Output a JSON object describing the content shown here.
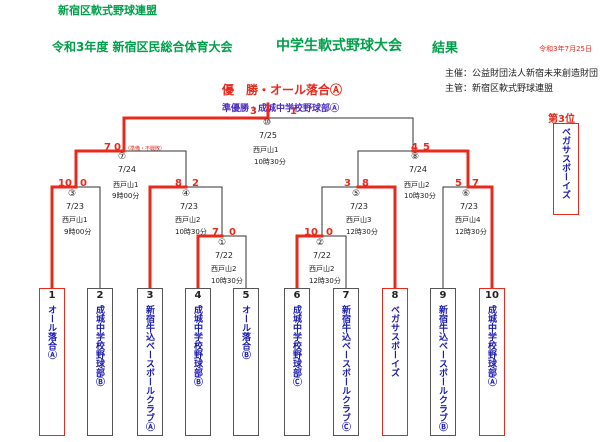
{
  "header": {
    "organization": "新宿区軟式野球連盟",
    "tournament": "令和3年度 新宿区民総合体育大会",
    "event": "中学生軟式野球大会",
    "result": "結果",
    "date": "令和3年7月25日",
    "host": "主催：公益財団法人新宿未来創造財団",
    "manager": "主管：新宿区軟式野球連盟"
  },
  "awards": {
    "champion": "優　勝・オール落合Ⓐ",
    "runner_up": "準優勝・成城中学校野球部Ⓐ",
    "third_label": "第3位",
    "third_team": "ベガサスボーイズ"
  },
  "teams": [
    {
      "no": "1",
      "name": "オール落合Ⓐ"
    },
    {
      "no": "2",
      "name": "成城中学校野球部Ⓑ"
    },
    {
      "no": "3",
      "name": "新宿牛込ベースボールクラブⒶ"
    },
    {
      "no": "4",
      "name": "成城中学校野球部Ⓑ"
    },
    {
      "no": "5",
      "name": "オール落合Ⓑ"
    },
    {
      "no": "6",
      "name": "成城中学校野球部Ⓒ"
    },
    {
      "no": "7",
      "name": "新宿牛込ベースボールクラブⒸ"
    },
    {
      "no": "8",
      "name": "ベガサスボーイズ"
    },
    {
      "no": "9",
      "name": "新宿牛込ベースボールクラブⒷ"
    },
    {
      "no": "10",
      "name": "成城中学校野球部Ⓐ"
    }
  ],
  "games": {
    "g1": {
      "no": "①",
      "date": "7/22",
      "venue": "西戸山2",
      "time": "10時30分",
      "left": "7",
      "right": "0"
    },
    "g2": {
      "no": "②",
      "date": "7/22",
      "venue": "西戸山2",
      "time": "12時30分",
      "left": "10",
      "right": "0"
    },
    "g3": {
      "no": "③",
      "date": "7/23",
      "venue": "西戸山1",
      "time": "9時00分",
      "left": "10",
      "right": "0"
    },
    "g4": {
      "no": "④",
      "date": "7/23",
      "venue": "西戸山2",
      "time": "10時30分",
      "left": "8",
      "right": "2"
    },
    "g5": {
      "no": "⑤",
      "date": "7/23",
      "venue": "西戸山3",
      "time": "12時30分",
      "left": "3",
      "right": "8"
    },
    "g6": {
      "no": "⑥",
      "date": "7/23",
      "venue": "西戸山4",
      "time": "12時30分",
      "left": "5",
      "right": "7"
    },
    "g7": {
      "no": "⑦",
      "date": "7/24",
      "venue": "西戸山1",
      "time": "9時00分",
      "left": "7",
      "right": "0",
      "note": "（準備・不戦敗）"
    },
    "g8": {
      "no": "⑧",
      "date": "7/24",
      "venue": "西戸山2",
      "time": "10時30分",
      "left": "4",
      "right": "5"
    },
    "g10": {
      "no": "⑩",
      "date": "7/25",
      "venue": "西戸山1",
      "time": "10時30分",
      "left": "3",
      "right": "1"
    }
  }
}
